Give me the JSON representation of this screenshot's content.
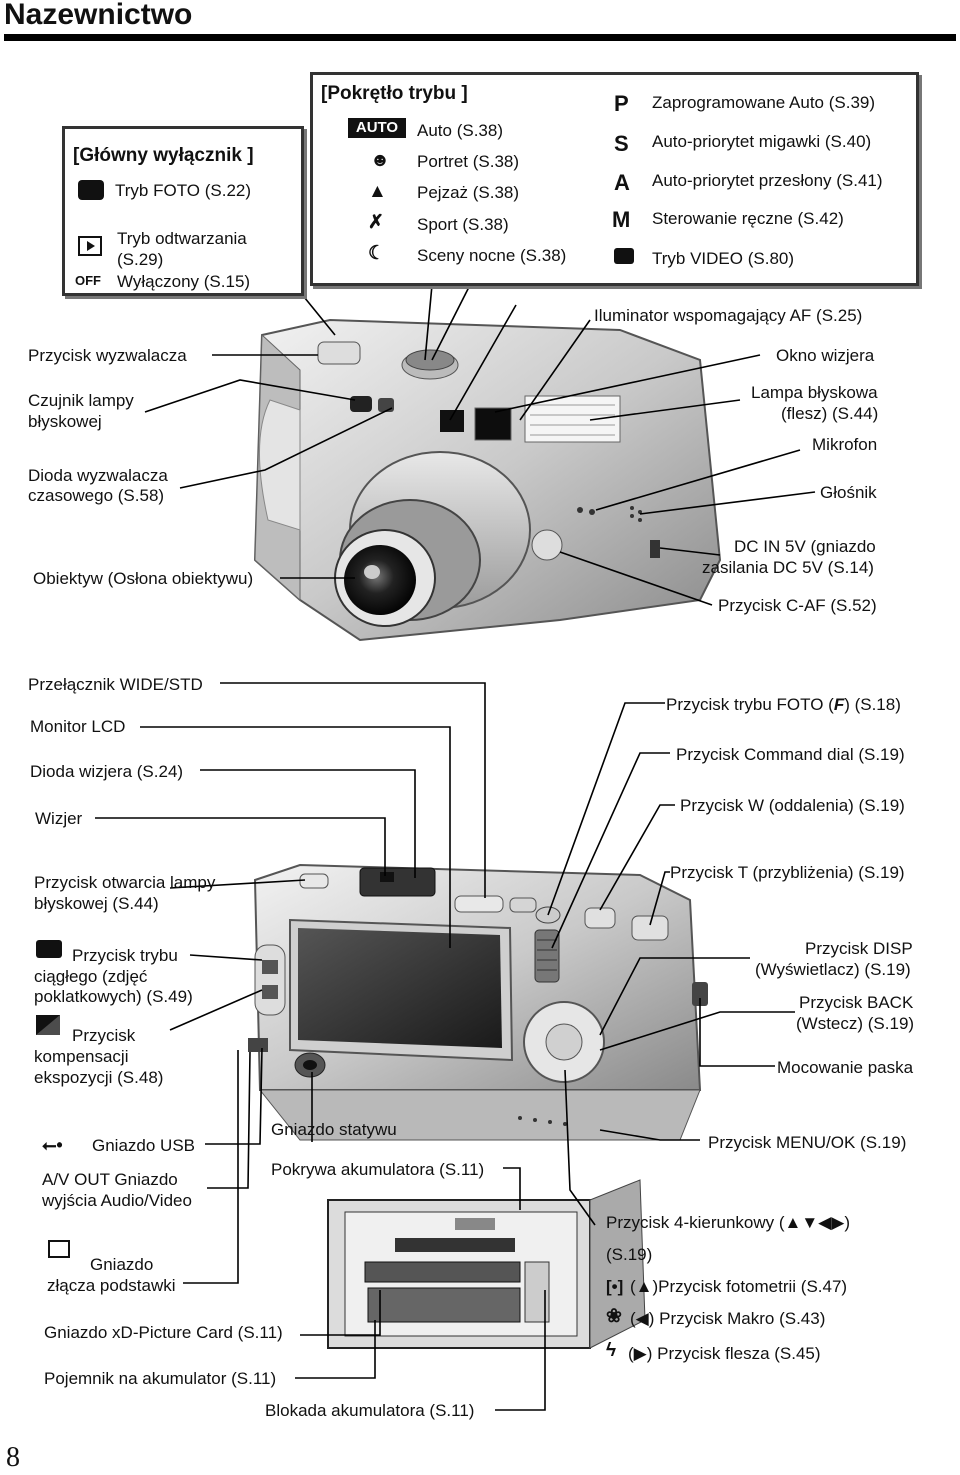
{
  "header": {
    "title": "Nazewnictwo"
  },
  "main_switch": {
    "heading": "[Główny wyłącznik ]",
    "items": [
      "Tryb FOTO (S.22)",
      "Tryb odtwarzania",
      "(S.29)",
      "Wyłączony (S.15)"
    ],
    "off_icon_text": "OFF"
  },
  "mode_dial": {
    "heading": "[Pokrętło trybu ]",
    "auto_icon_text": "AUTO",
    "left_items": [
      "Auto (S.38)",
      "Portret (S.38)",
      "Pejzaż (S.38)",
      "Sport (S.38)",
      "Sceny nocne (S.38)"
    ],
    "right_icons": [
      "P",
      "S",
      "A",
      "M"
    ],
    "right_items": [
      "Zaprogramowane Auto (S.39)",
      "Auto-priorytet migawki (S.40)",
      "Auto-priorytet przesłony (S.41)",
      "Sterowanie ręczne (S.42)",
      "Tryb VIDEO (S.80)"
    ]
  },
  "front_labels": {
    "af_illuminator": "Iluminator wspomagający AF (S.25)",
    "shutter": "Przycisk wyzwalacza",
    "viewfinder_window": "Okno wizjera",
    "flash_sensor_1": "Czujnik lampy",
    "flash_sensor_2": "błyskowej",
    "flash_1": "Lampa błyskowa",
    "flash_2": "(flesz) (S.44)",
    "microphone": "Mikrofon",
    "self_timer_1": "Dioda wyzwalacza",
    "self_timer_2": "czasowego (S.58)",
    "speaker": "Głośnik",
    "dc_in_1": "DC IN 5V (gniazdo",
    "dc_in_2": "zasilania DC 5V (S.14)",
    "lens": "Obiektyw (Osłona obiektywu)",
    "caf": "Przycisk C-AF (S.52)"
  },
  "back_labels": {
    "wide_std": "Przełącznik WIDE/STD",
    "lcd": "Monitor LCD",
    "vf_lamp": "Dioda wizjera (S.24)",
    "viewfinder": "Wizjer",
    "photo_mode": "Przycisk trybu FOTO (",
    "photo_mode_icon": "F",
    "photo_mode_tail": ") (S.18)",
    "command_dial": "Przycisk Command dial (S.19)",
    "w_button": "Przycisk W (oddalenia) (S.19)",
    "t_button": "Przycisk T (przybliżenia) (S.19)",
    "flash_open_1": "Przycisk otwarcia lampy",
    "flash_open_2": "błyskowej (S.44)",
    "continuous_1": "Przycisk trybu",
    "continuous_2": "ciągłego (zdjęć",
    "continuous_3": "poklatkowych) (S.49)",
    "exposure_1": "Przycisk",
    "exposure_2": "kompensacji",
    "exposure_3": "ekspozycji (S.48)",
    "disp_1": "Przycisk DISP",
    "disp_2": "(Wyświetlacz) (S.19)",
    "back_1": "Przycisk BACK",
    "back_2": "(Wstecz) (S.19)",
    "strap": "Mocowanie paska"
  },
  "bottom_labels": {
    "usb": "Gniazdo USB",
    "tripod": "Gniazdo statywu",
    "menu_ok": "Przycisk MENU/OK (S.19)",
    "av_out_1": "A/V OUT Gniazdo",
    "av_out_2": "wyjścia Audio/Video",
    "battery_cover": "Pokrywa akumulatora (S.11)",
    "four_way_1": "Przycisk 4-kierunkowy (▲▼◀▶)",
    "four_way_2": "(S.19)",
    "dock_1": "Gniazdo",
    "dock_2": "złącza podstawki",
    "metering": "(▲)Przycisk fotometrii (S.47)",
    "metering_icon": "[•]",
    "macro": "(◀) Przycisk Makro (S.43)",
    "flash_button": "(▶) Przycisk flesza (S.45)",
    "xd_card": "Gniazdo xD-Picture Card (S.11)",
    "battery_compartment": "Pojemnik na akumulator (S.11)",
    "battery_lock": "Blokada akumulatora (S.11)"
  },
  "page_number": "8"
}
